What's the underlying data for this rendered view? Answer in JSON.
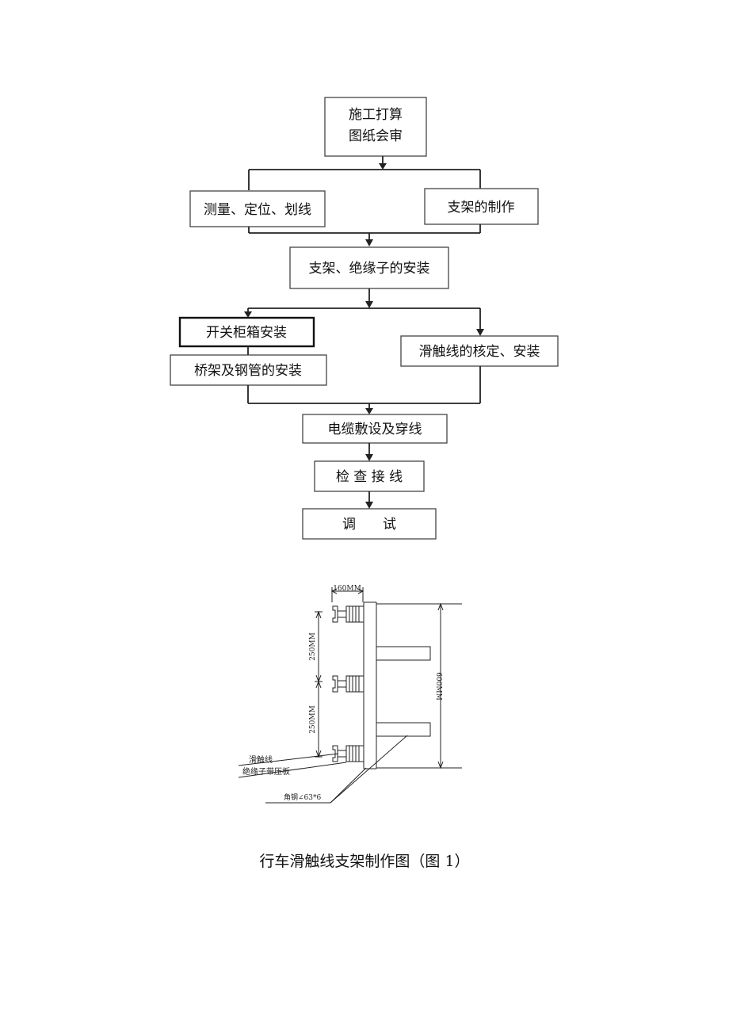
{
  "flowchart": {
    "nodes": {
      "n1_line1": "施工打算",
      "n1_line2": "图纸会审",
      "n2": "测量、定位、划线",
      "n3": "支架的制作",
      "n4": "支架、绝缘子的安装",
      "n5": "开关柜箱安装",
      "n6": "桥架及钢管的安装",
      "n7": "滑触线的核定、安装",
      "n8": "电缆敷设及穿线",
      "n9": "检 查 接 线",
      "n10": "调　　试"
    }
  },
  "drawing": {
    "dim_top": "160MM",
    "dim_left_upper": "250MM",
    "dim_left_lower": "250MM",
    "dim_right": "600MM",
    "label_trolley_line": "滑触线",
    "label_insulator": "绝缘子带压板",
    "label_angle_steel": "角钢∠63*6"
  },
  "caption": "行车滑触线支架制作图（图 1）"
}
